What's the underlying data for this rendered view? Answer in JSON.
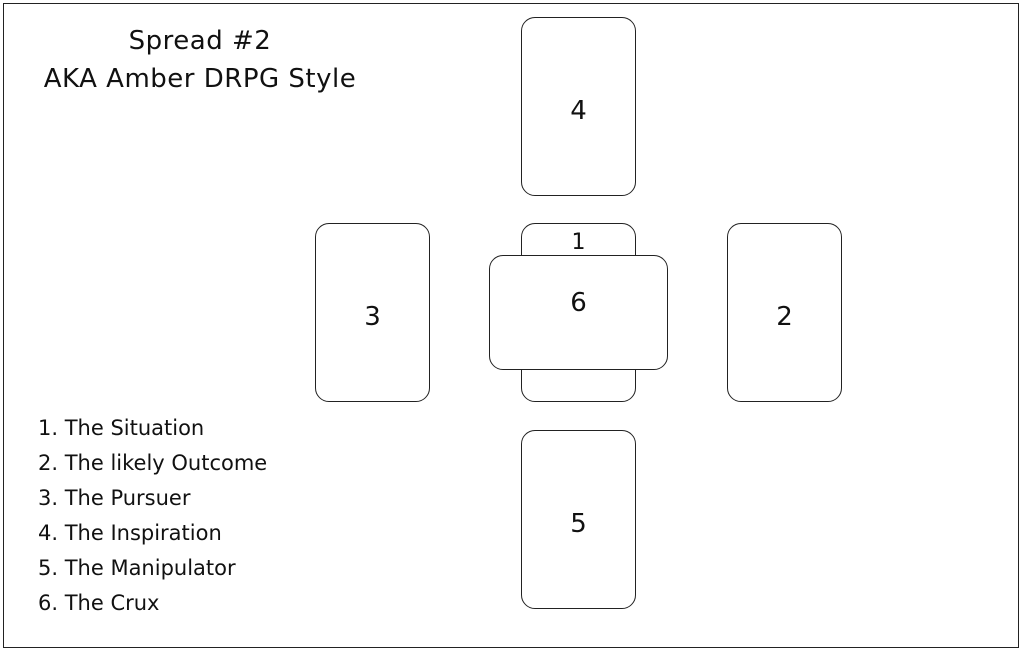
{
  "title": {
    "line1": "Spread #2",
    "line2": "AKA Amber DRPG Style"
  },
  "cards": {
    "c1": "1",
    "c2": "2",
    "c3": "3",
    "c4": "4",
    "c5": "5",
    "c6": "6"
  },
  "legend": [
    "1. The Situation",
    "2. The likely Outcome",
    "3. The Pursuer",
    "4. The Inspiration",
    "5. The Manipulator",
    "6. The Crux"
  ]
}
